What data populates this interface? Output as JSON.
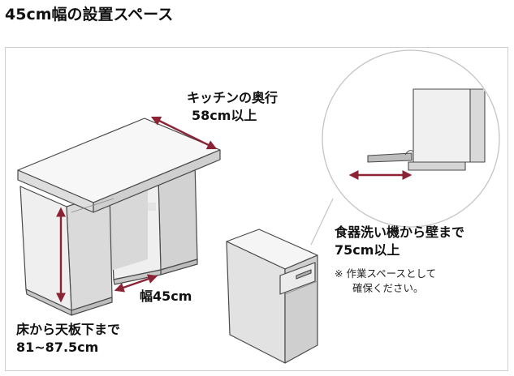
{
  "title": "45cm幅の設置スペース",
  "labels": {
    "depth_line1": "キッチンの奥行",
    "depth_line2": "58cm以上",
    "width": "幅45cm",
    "height_line1": "床から天板下まで",
    "height_line2": "81~87.5cm",
    "wall_line1": "食器洗い機から壁まで",
    "wall_line2": "75cm以上",
    "note_line1": "※ 作業スペースとして",
    "note_line2": "確保ください。"
  },
  "colors": {
    "arrow": "#8b2334",
    "outline": "#4a4a4a",
    "face_light": "#f2f2f2",
    "face_mid": "#dcdcdc",
    "face_dark": "#c4c4c4"
  }
}
